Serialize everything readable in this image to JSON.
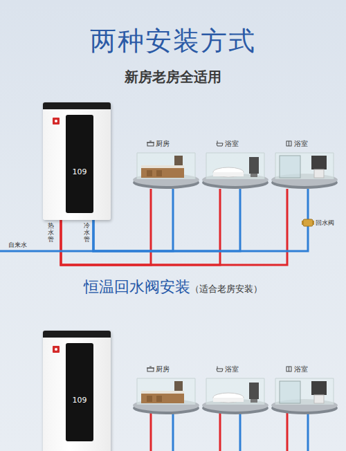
{
  "diagram": {
    "title": "两种安装方式",
    "nodes": [
      {
        "text": [
          "109"
        ]
      },
      {
        "text": [
          "厨房"
        ]
      },
      {
        "text": [
          "浴室"
        ]
      },
      {
        "text": [
          "浴室"
        ]
      },
      {
        "text": [
          "109"
        ]
      },
      {
        "text": [
          "厨房"
        ]
      },
      {
        "text": [
          "浴室"
        ]
      },
      {
        "text": [
          "浴室"
        ]
      }
    ],
    "edges": [
      {
        "from": 0,
        "to": 1,
        "arrow": "none"
      },
      {
        "from": 0,
        "to": 2,
        "arrow": "none"
      },
      {
        "from": 0,
        "to": 3,
        "arrow": "none"
      },
      {
        "from": 0,
        "to": 1,
        "arrow": "none"
      },
      {
        "from": 0,
        "to": 2,
        "arrow": "none"
      },
      {
        "from": 0,
        "to": 3,
        "arrow": "none"
      }
    ],
    "labels": [
      "新房老房全适用",
      "热水管",
      "冷水管",
      "自来水",
      "回水阀",
      "恒温回水阀安装",
      "（适合老房安装）"
    ]
  }
}
